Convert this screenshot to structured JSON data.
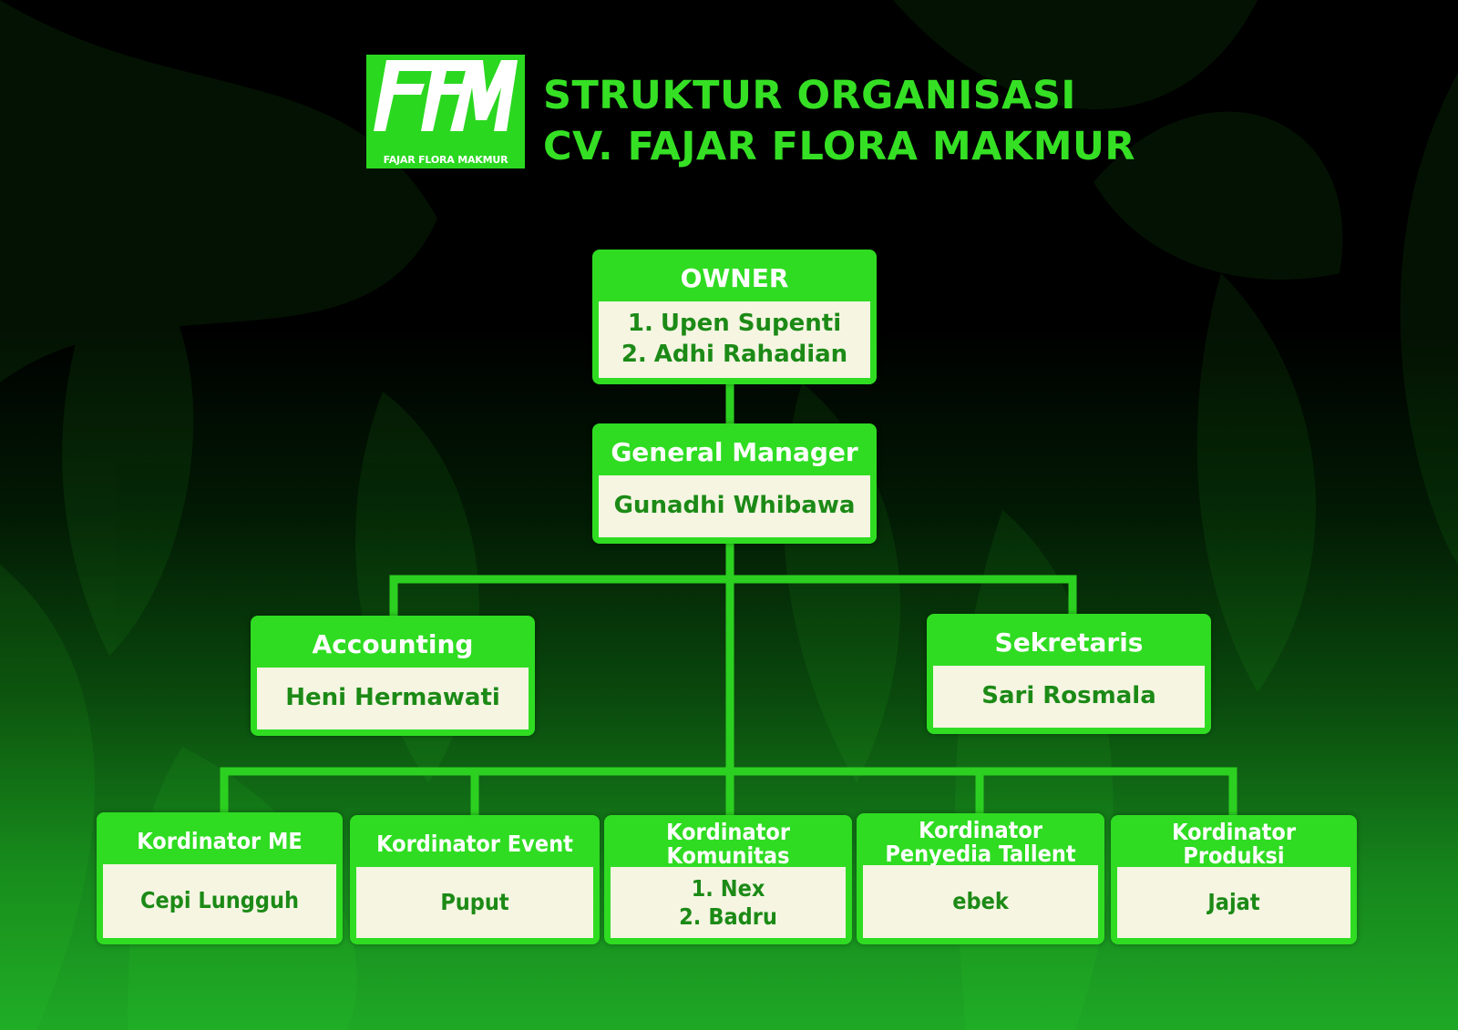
{
  "brand": {
    "logo_text": "FFM",
    "logo_caption": "FAJAR FLORA MAKMUR",
    "colors": {
      "accent_green": "#2fdc22",
      "title_green": "#35e024",
      "body_cream": "#f5f5e2",
      "body_text_green": "#1c8a16"
    }
  },
  "title": {
    "line1": "STRUKTUR ORGANISASI",
    "line2": "CV. FAJAR FLORA MAKMUR"
  },
  "org": {
    "owner": {
      "role": "OWNER",
      "members": [
        "Upen Supenti",
        "Adhi Rahadian"
      ]
    },
    "gm": {
      "role": "General Manager",
      "name": "Gunadhi Whibawa"
    },
    "accounting": {
      "role": "Accounting",
      "name": "Heni Hermawati"
    },
    "sekretaris": {
      "role": "Sekretaris",
      "name": "Sari Rosmala"
    },
    "koordinators": [
      {
        "role": "Kordinator ME",
        "name": "Cepi Lungguh"
      },
      {
        "role": "Kordinator Event",
        "name": "Puput"
      },
      {
        "role": "Kordinator Komunitas",
        "members": [
          "Nex",
          "Badru"
        ]
      },
      {
        "role": "Kordinator Penyedia Tallent",
        "name": "ebek"
      },
      {
        "role": "Kordinator Produksi",
        "name": "Jajat"
      }
    ]
  }
}
